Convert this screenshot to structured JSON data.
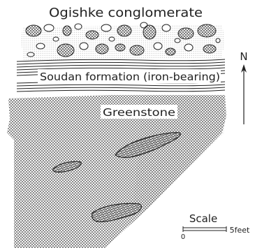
{
  "labels": {
    "conglomerate": "Ogishke conglomerate",
    "soudan": "Soudan formation (iron-bearing)",
    "greenstone": "Greenstone",
    "north": "N",
    "scale_title": "Scale",
    "scale_zero": "0",
    "scale_end": "5feet"
  },
  "colors": {
    "ink": "#222222",
    "paper": "#ffffff"
  },
  "icons": {
    "north": "north-arrow-icon"
  }
}
